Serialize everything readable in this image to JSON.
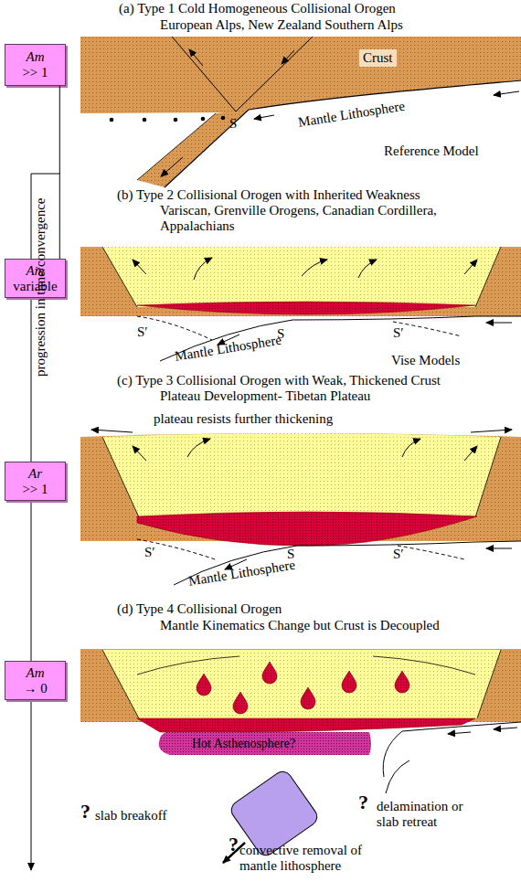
{
  "diagram": {
    "nodes": [
      {
        "text": [
          "Am",
          ">> 1"
        ]
      },
      {
        "text": [
          "Am",
          "variable"
        ]
      },
      {
        "text": [
          "Ar",
          ">> 1"
        ]
      },
      {
        "text": [
          "Am",
          "→ 0"
        ]
      },
      {
        "text": [
          "Hot Asthenosphere?"
        ]
      }
    ],
    "edges": [
      {
        "from": 0,
        "to": 1,
        "arrow": "none"
      }
    ],
    "labels": [
      "(a) Type 1 Cold Homogeneous Collisional Orogen",
      "European Alps, New Zealand Southern Alps",
      "Crust",
      "S",
      "Mantle Lithosphere",
      "Reference Model",
      "(b) Type 2 Collisional Orogen with Inherited Weakness",
      "Variscan, Grenville Orogens, Canadian Cordillera, Appalachians",
      "S′",
      "S",
      "S′",
      "Mantle Lithosphere",
      "Vise Models",
      "(c) Type 3 Collisional Orogen with Weak, Thickened Crust",
      "Plateau Development- Tibetan Plateau",
      "plateau resists further thickening",
      "S′",
      "S",
      "S′",
      "Mantle Lithosphere",
      "(d) Type 4 Collisional Orogen",
      "Mantle Kinematics Change but Crust is Decoupled",
      "?",
      "slab breakoff",
      "?",
      "delamination or slab retreat",
      "?",
      "convective removal of mantle lithosphere",
      "progression in time/convergence"
    ]
  }
}
